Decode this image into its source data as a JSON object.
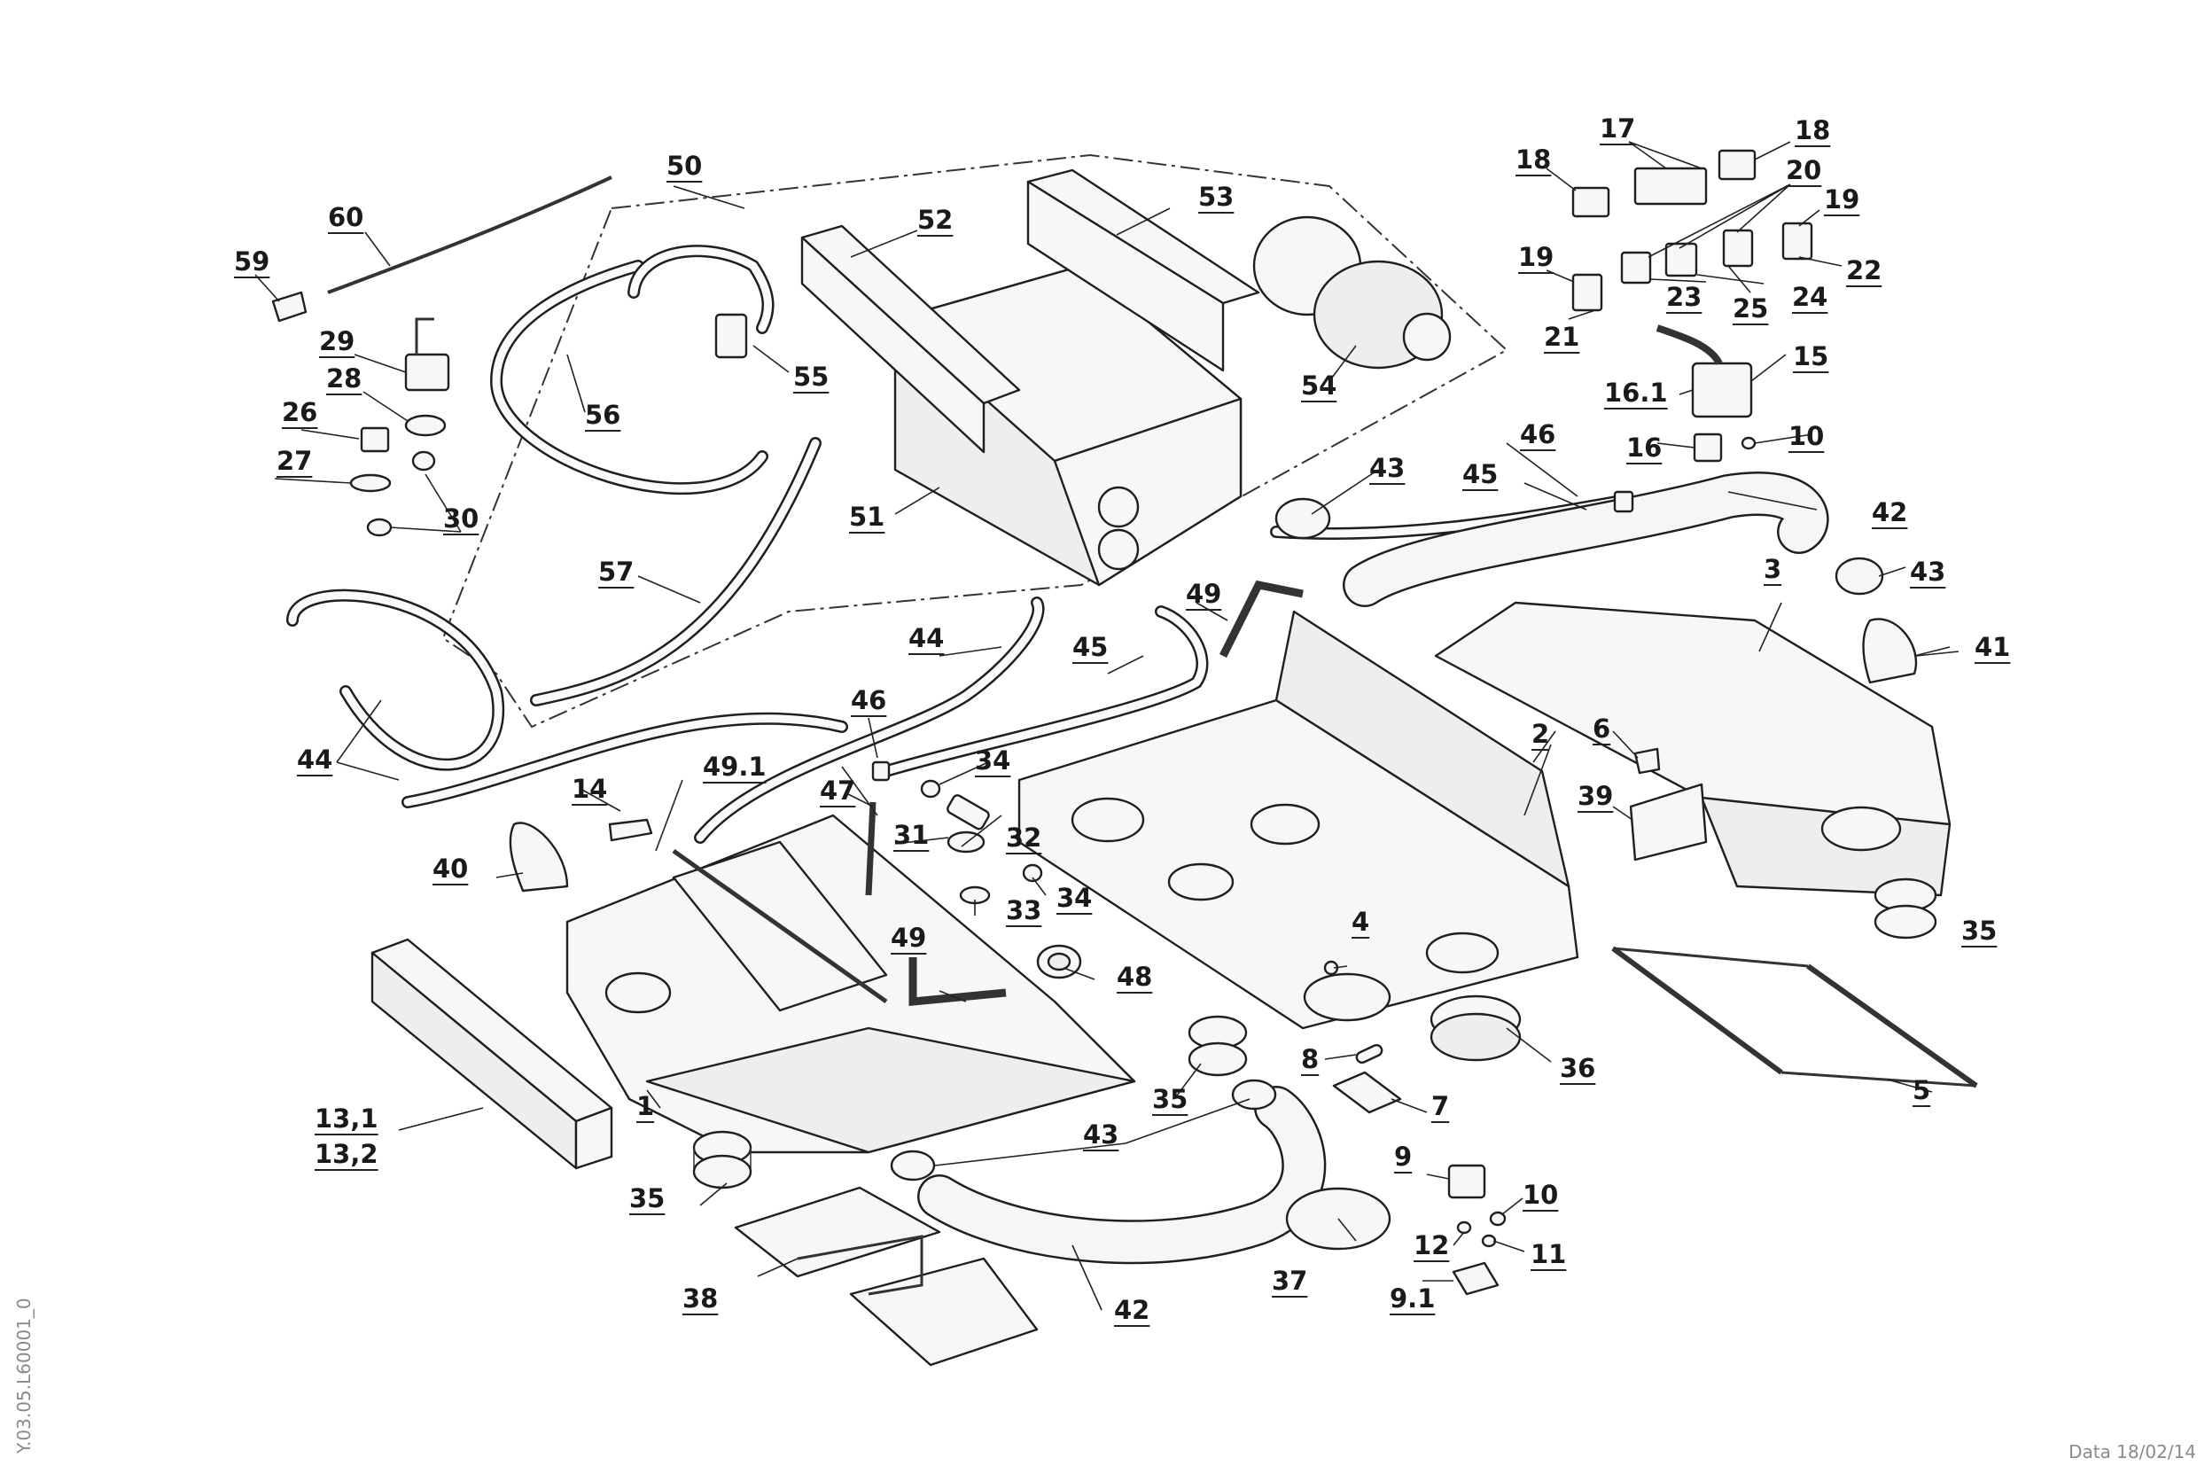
{
  "footer": {
    "side_code": "Y.03.05.L60001_0",
    "date": "Data 18/02/14"
  },
  "labels": [
    {
      "id": "50",
      "text": "50"
    },
    {
      "id": "52",
      "text": "52"
    },
    {
      "id": "53",
      "text": "53"
    },
    {
      "id": "60",
      "text": "60"
    },
    {
      "id": "59",
      "text": "59"
    },
    {
      "id": "29",
      "text": "29"
    },
    {
      "id": "28",
      "text": "28"
    },
    {
      "id": "26",
      "text": "26"
    },
    {
      "id": "27",
      "text": "27"
    },
    {
      "id": "30",
      "text": "30"
    },
    {
      "id": "56",
      "text": "56"
    },
    {
      "id": "55",
      "text": "55"
    },
    {
      "id": "54",
      "text": "54"
    },
    {
      "id": "51",
      "text": "51"
    },
    {
      "id": "57",
      "text": "57"
    },
    {
      "id": "44a",
      "text": "44"
    },
    {
      "id": "44b",
      "text": "44"
    },
    {
      "id": "45a",
      "text": "45"
    },
    {
      "id": "45b",
      "text": "45"
    },
    {
      "id": "46a",
      "text": "46"
    },
    {
      "id": "46b",
      "text": "46"
    },
    {
      "id": "43a",
      "text": "43"
    },
    {
      "id": "43b",
      "text": "43"
    },
    {
      "id": "43c",
      "text": "43"
    },
    {
      "id": "42a",
      "text": "42"
    },
    {
      "id": "42b",
      "text": "42"
    },
    {
      "id": "49a",
      "text": "49"
    },
    {
      "id": "49b",
      "text": "49"
    },
    {
      "id": "49.1",
      "text": "49.1"
    },
    {
      "id": "14",
      "text": "14"
    },
    {
      "id": "40",
      "text": "40"
    },
    {
      "id": "47",
      "text": "47"
    },
    {
      "id": "34a",
      "text": "34"
    },
    {
      "id": "34b",
      "text": "34"
    },
    {
      "id": "31",
      "text": "31"
    },
    {
      "id": "32",
      "text": "32"
    },
    {
      "id": "33",
      "text": "33"
    },
    {
      "id": "48",
      "text": "48"
    },
    {
      "id": "13.1",
      "text": "13,1"
    },
    {
      "id": "13.2",
      "text": "13,2"
    },
    {
      "id": "1",
      "text": "1"
    },
    {
      "id": "35a",
      "text": "35"
    },
    {
      "id": "35b",
      "text": "35"
    },
    {
      "id": "35c",
      "text": "35"
    },
    {
      "id": "38",
      "text": "38"
    },
    {
      "id": "2",
      "text": "2"
    },
    {
      "id": "3",
      "text": "3"
    },
    {
      "id": "4",
      "text": "4"
    },
    {
      "id": "5",
      "text": "5"
    },
    {
      "id": "6",
      "text": "6"
    },
    {
      "id": "7",
      "text": "7"
    },
    {
      "id": "8",
      "text": "8"
    },
    {
      "id": "9",
      "text": "9"
    },
    {
      "id": "9.1",
      "text": "9.1"
    },
    {
      "id": "10a",
      "text": "10"
    },
    {
      "id": "10b",
      "text": "10"
    },
    {
      "id": "11",
      "text": "11"
    },
    {
      "id": "12",
      "text": "12"
    },
    {
      "id": "36",
      "text": "36"
    },
    {
      "id": "37",
      "text": "37"
    },
    {
      "id": "39",
      "text": "39"
    },
    {
      "id": "41",
      "text": "41"
    },
    {
      "id": "15",
      "text": "15"
    },
    {
      "id": "16",
      "text": "16"
    },
    {
      "id": "16.1",
      "text": "16.1"
    },
    {
      "id": "17",
      "text": "17"
    },
    {
      "id": "18a",
      "text": "18"
    },
    {
      "id": "18b",
      "text": "18"
    },
    {
      "id": "19a",
      "text": "19"
    },
    {
      "id": "19b",
      "text": "19"
    },
    {
      "id": "20",
      "text": "20"
    },
    {
      "id": "21",
      "text": "21"
    },
    {
      "id": "22",
      "text": "22"
    },
    {
      "id": "23",
      "text": "23"
    },
    {
      "id": "24",
      "text": "24"
    },
    {
      "id": "25",
      "text": "25"
    }
  ]
}
